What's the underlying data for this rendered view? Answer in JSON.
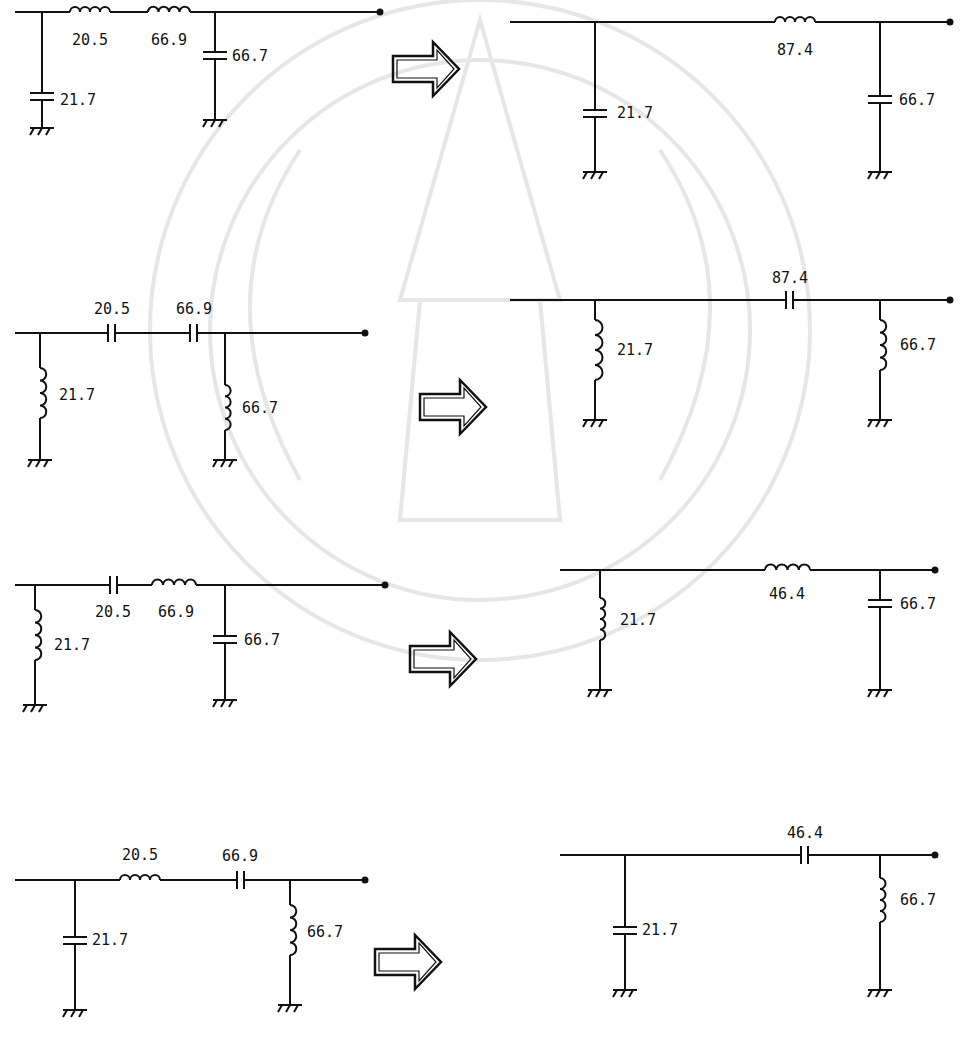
{
  "diagram": {
    "labels": [
      "20.5",
      "66.9",
      "21.7",
      "66.7",
      "87.4",
      "21.7",
      "66.7",
      "20.5",
      "66.9",
      "21.7",
      "66.7",
      "87.4",
      "21.7",
      "66.7",
      "20.5",
      "66.9",
      "21.7",
      "66.7",
      "46.4",
      "21.7",
      "66.7",
      "20.5",
      "66.9",
      "21.7",
      "66.7",
      "46.4",
      "21.7",
      "66.7"
    ]
  }
}
